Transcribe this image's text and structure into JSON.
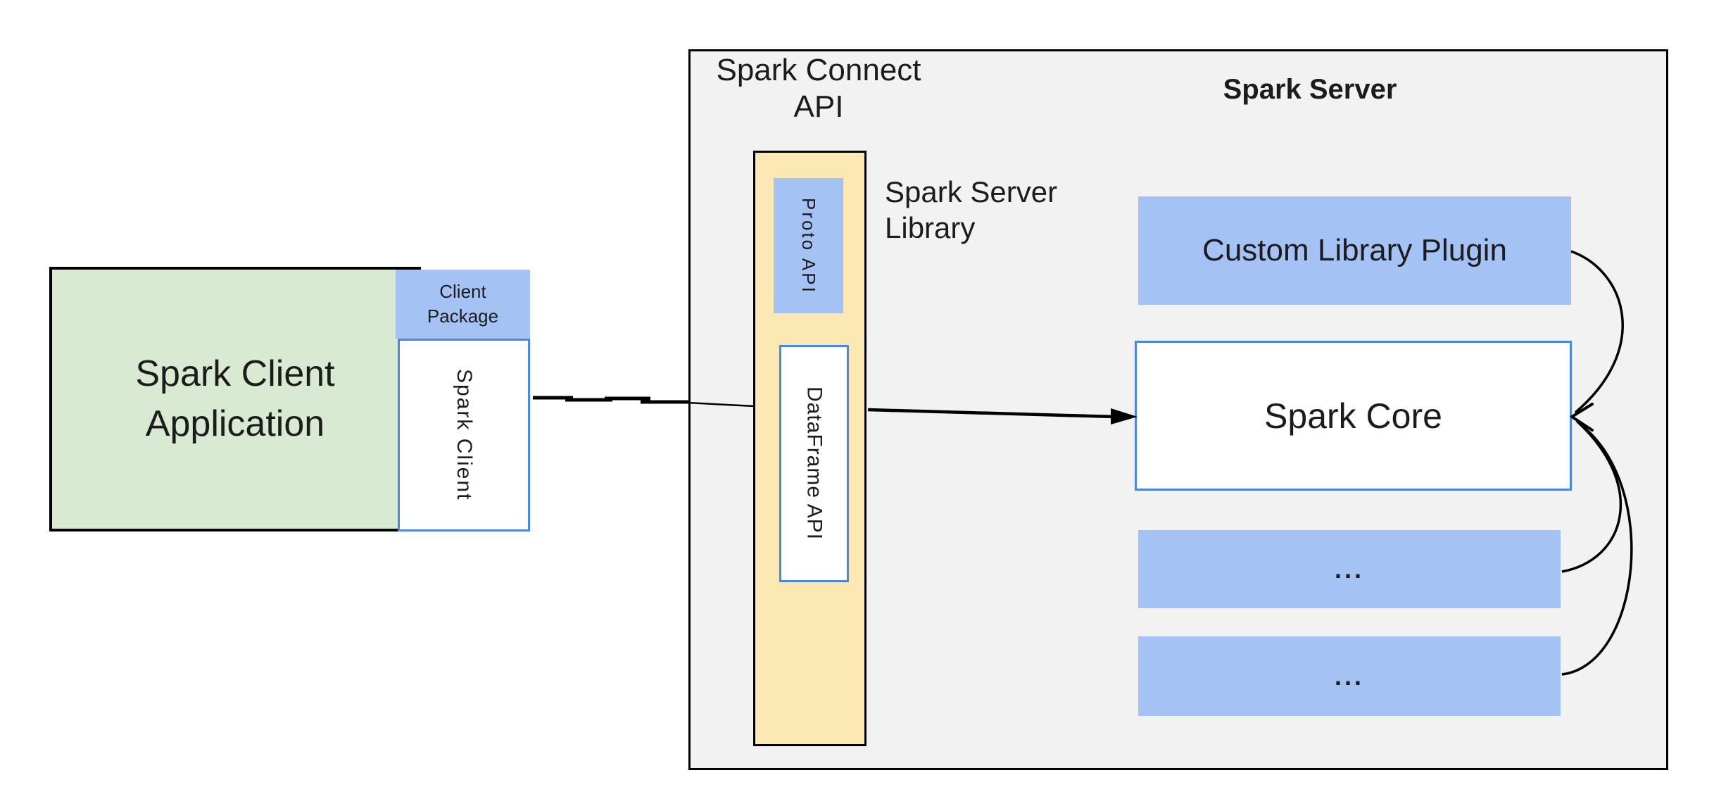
{
  "client": {
    "app_line1": "Spark Client",
    "app_line2": "Application",
    "package_line1": "Client",
    "package_line2": "Package",
    "client_vertical_label": "Spark Client"
  },
  "connect_api": {
    "title_line1": "Spark Connect",
    "title_line2": "API",
    "proto_label": "Proto API",
    "dataframe_label": "DataFrame API",
    "library_line1": "Spark Server",
    "library_line2": "Library"
  },
  "server": {
    "title": "Spark Server",
    "plugin_label": "Custom Library Plugin",
    "core_label": "Spark Core",
    "ellipsis_1": "...",
    "ellipsis_2": "..."
  },
  "colors": {
    "green_fill": "#d9ead3",
    "blue_fill": "#a4c2f4",
    "yellow_fill": "#fce8b2",
    "gray_fill": "#f2f2f2",
    "blue_border": "#4a86e8",
    "line_black": "#000000",
    "text": "#1c1c1c",
    "background": "#ffffff"
  }
}
